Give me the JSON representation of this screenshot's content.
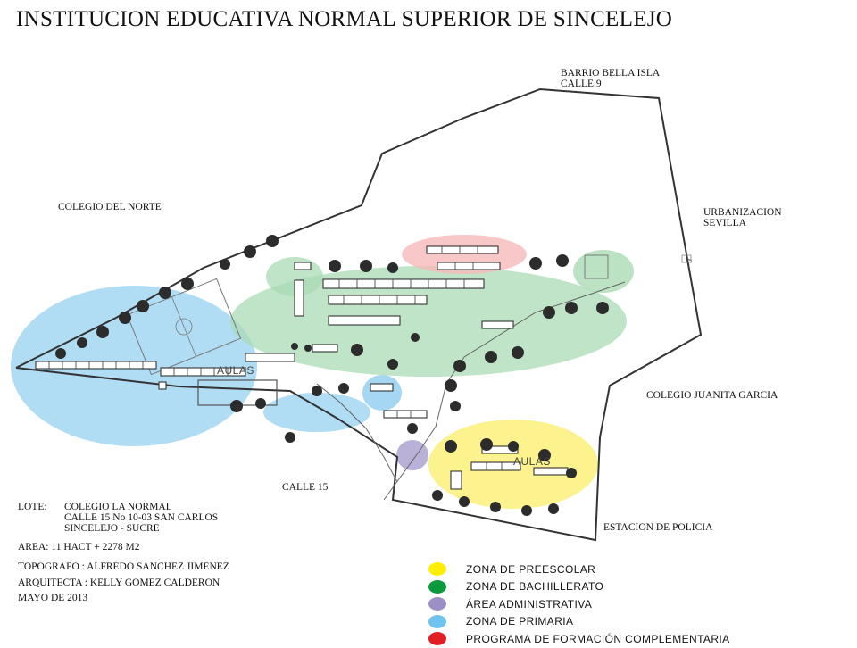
{
  "title": "INSTITUCION EDUCATIVA NORMAL SUPERIOR DE SINCELEJO",
  "surroundings": {
    "north_east_line1": "BARRIO BELLA ISLA",
    "north_east_line2": "CALLE 9",
    "west": "COLEGIO DEL NORTE",
    "east_line1": "URBANIZACION",
    "east_line2": "SEVILLA",
    "south_east": "COLEGIO JUANITA GARCIA",
    "south": "CALLE 15",
    "south_east_corner": "ESTACION DE POLICIA"
  },
  "map_labels": {
    "aulas_primaria": "AULAS",
    "aulas_preescolar": "AULAS"
  },
  "info": {
    "lote_label": "LOTE:",
    "lote_line1": "COLEGIO LA NORMAL",
    "lote_line2": "CALLE 15 No 10-03 SAN CARLOS",
    "lote_line3": "SINCELEJO - SUCRE",
    "area": "AREA:  11 HACT + 2278 M2",
    "topografo": "TOPOGRAFO : ALFREDO SANCHEZ JIMENEZ",
    "arquitecta": "ARQUITECTA : KELLY GOMEZ CALDERON",
    "fecha": "MAYO DE 2013"
  },
  "legend": [
    {
      "label": "ZONA DE PREESCOLAR",
      "color": "#ffee00"
    },
    {
      "label": "ZONA DE BACHILLERATO",
      "color": "#0a9a3c"
    },
    {
      "label": "ÁREA ADMINISTRATIVA",
      "color": "#9b8fc6"
    },
    {
      "label": "ZONA DE PRIMARIA",
      "color": "#6fc3ee"
    },
    {
      "label": "PROGRAMA DE FORMACIÓN COMPLEMENTARIA",
      "color": "#e01e24"
    }
  ],
  "zone_colors": {
    "primaria": "#8ecdf0",
    "bachillerato": "#a9dbb4",
    "preescolar": "#fbf17a",
    "administrativa": "#b3a9d4",
    "complementaria": "#f6b9b9"
  }
}
